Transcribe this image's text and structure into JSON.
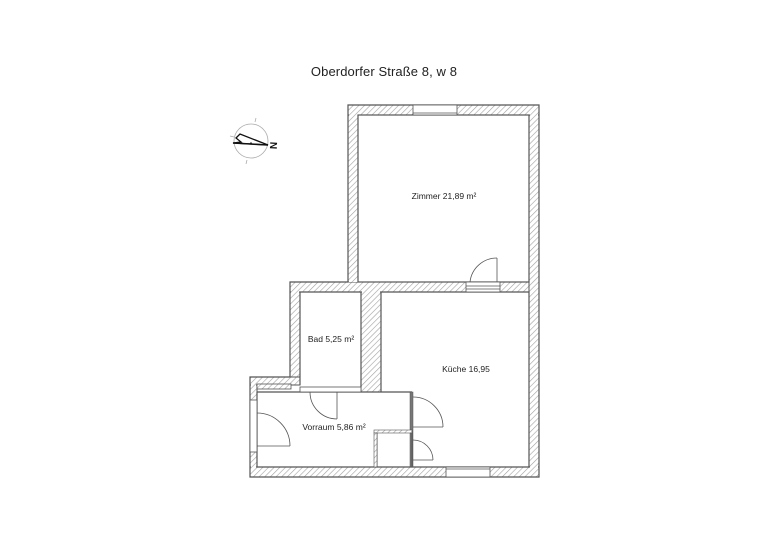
{
  "title": "Oberdorfer Straße 8, w 8",
  "compass": {
    "icon": "north-arrow-icon",
    "label": "N"
  },
  "rooms": [
    {
      "name": "Zimmer",
      "label": "Zimmer 21,89 m²",
      "area": "21,89"
    },
    {
      "name": "Bad",
      "label": "Bad 5,25 m²",
      "area": "5,25"
    },
    {
      "name": "Küche",
      "label": "Küche 16,95",
      "area": "16,95"
    },
    {
      "name": "Vorraum",
      "label": "Vorraum 5,86 m²",
      "area": "5,86"
    }
  ],
  "colors": {
    "wall_outline": "#555555",
    "hatch": "#9a9a9a",
    "background": "#ffffff",
    "door_line": "#555555"
  }
}
